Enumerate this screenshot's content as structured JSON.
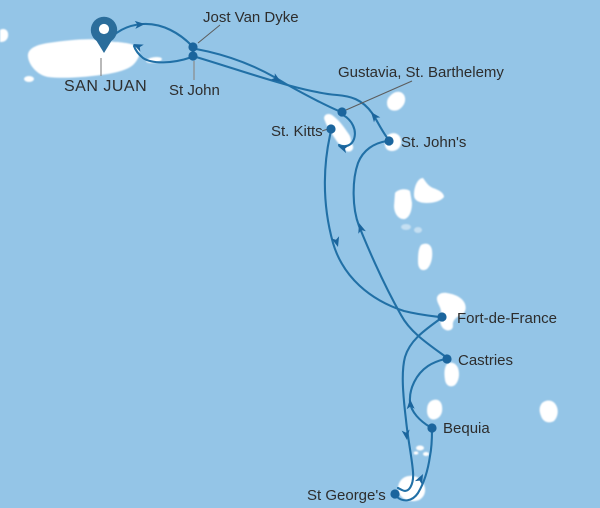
{
  "map": {
    "ports": [
      {
        "id": "san-juan",
        "label": "SAN JUAN"
      },
      {
        "id": "jost-van-dyke",
        "label": "Jost Van Dyke"
      },
      {
        "id": "st-john",
        "label": "St John"
      },
      {
        "id": "gustavia",
        "label": "Gustavia, St. Barthelemy"
      },
      {
        "id": "st-kitts",
        "label": "St. Kitts"
      },
      {
        "id": "st-johns",
        "label": "St. John's"
      },
      {
        "id": "fort-de-france",
        "label": "Fort-de-France"
      },
      {
        "id": "castries",
        "label": "Castries"
      },
      {
        "id": "bequia",
        "label": "Bequia"
      },
      {
        "id": "st-georges",
        "label": "St George's"
      }
    ],
    "route_order": [
      "SAN JUAN",
      "Jost Van Dyke",
      "Gustavia, St. Barthelemy",
      "St. Kitts",
      "Fort-de-France",
      "St George's",
      "Bequia",
      "Castries",
      "St. John's",
      "St John",
      "SAN JUAN"
    ],
    "colors": {
      "sea": "#94c5e7",
      "island": "#ffffff",
      "route": "#2170a6",
      "marker": "#1b659d",
      "pin": "#2b6d9b",
      "label": "#2d2d2d",
      "leader": "#5c5c5c"
    }
  }
}
